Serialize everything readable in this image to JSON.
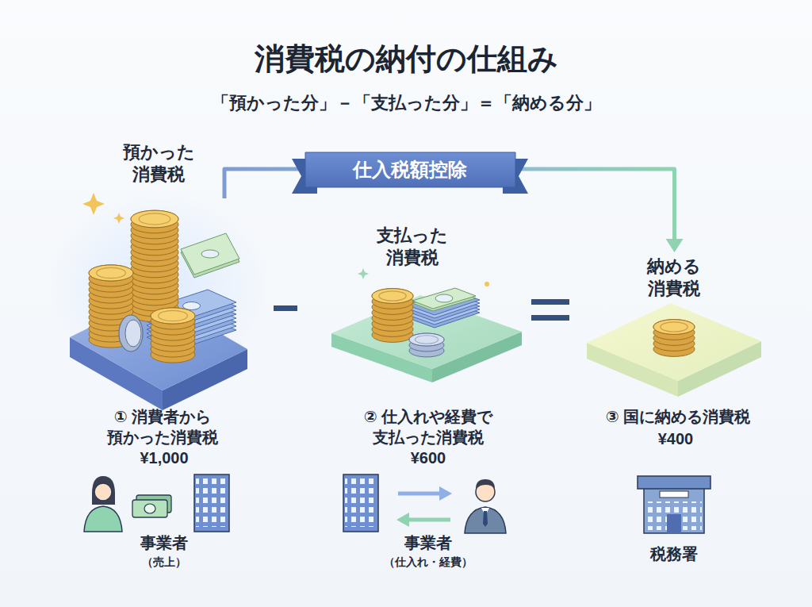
{
  "diagram": {
    "title": "消費税の納付の仕組み",
    "nodes": [
      {
        "text": [
          "預かった 消費税",
          "① 消費者から 預かった消費税",
          "¥1,000"
        ]
      },
      {
        "text": [
          "支払った 消費税",
          "② 仕入れや経費で 支払った消費税",
          "¥600"
        ]
      },
      {
        "text": [
          "納める 消費税",
          "③ 国に納める消費税",
          "¥400"
        ]
      }
    ],
    "edges": [
      {
        "from": 0,
        "to": 2,
        "arrow": "to",
        "label": "仕入税額控除"
      }
    ],
    "labels": [
      "「預かった分」－「支払った分」＝「納める分」",
      "事業者",
      "（売上）",
      "事業者",
      "（仕入れ・経費）",
      "税務署"
    ]
  }
}
